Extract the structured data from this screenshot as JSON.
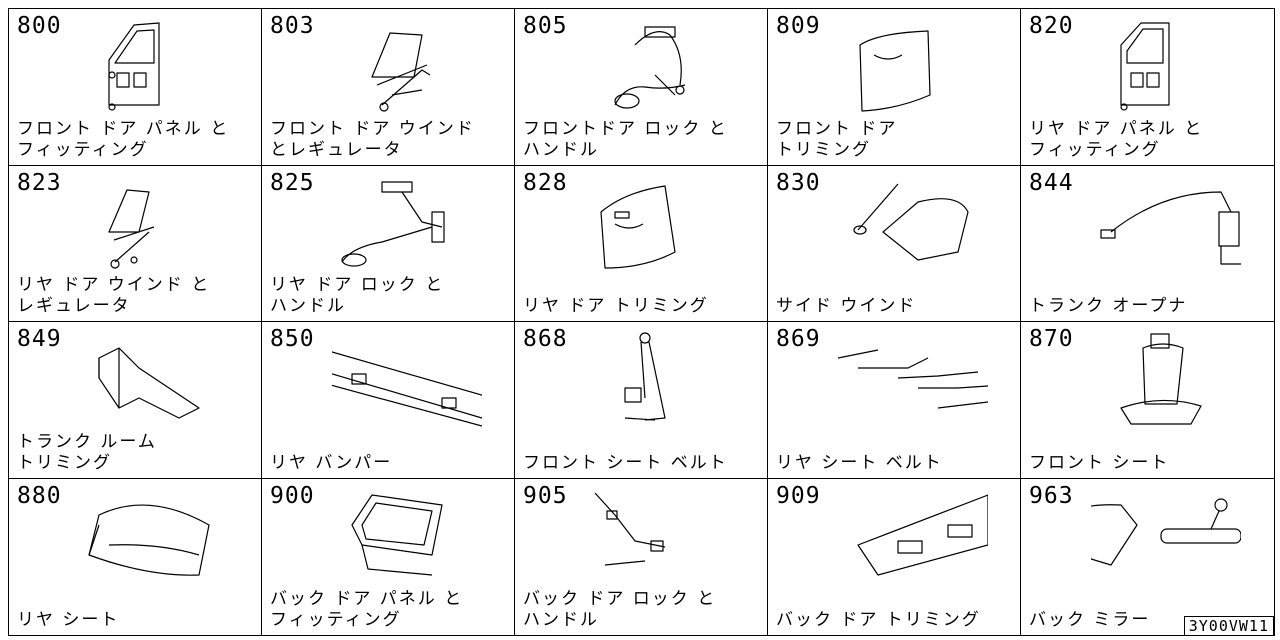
{
  "items": [
    {
      "code": "800",
      "label1": "フロント ドア パネル と",
      "label2": "フィッティング",
      "icon": "front-door-panel-icon"
    },
    {
      "code": "803",
      "label1": "フロント ドア ウインド",
      "label2": "とレギュレータ",
      "icon": "door-window-regulator-icon"
    },
    {
      "code": "805",
      "label1": "フロントドア ロック と",
      "label2": "ハンドル",
      "icon": "door-lock-handle-icon"
    },
    {
      "code": "809",
      "label1": "フロント ドア",
      "label2": "トリミング",
      "icon": "door-trim-icon"
    },
    {
      "code": "820",
      "label1": "リヤ ドア パネル と",
      "label2": "フィッティング",
      "icon": "rear-door-panel-icon"
    },
    {
      "code": "823",
      "label1": "リヤ ドア ウインド と",
      "label2": "レギュレータ",
      "icon": "rear-window-regulator-icon"
    },
    {
      "code": "825",
      "label1": "リヤ ドア ロック と",
      "label2": "ハンドル",
      "icon": "rear-lock-handle-icon"
    },
    {
      "code": "828",
      "label1": "リヤ ドア トリミング",
      "label2": "",
      "icon": "rear-door-trim-icon"
    },
    {
      "code": "830",
      "label1": "サイド ウインド",
      "label2": "",
      "icon": "side-window-icon"
    },
    {
      "code": "844",
      "label1": "トランク オープナ",
      "label2": "",
      "icon": "trunk-opener-icon"
    },
    {
      "code": "849",
      "label1": "トランク ルーム",
      "label2": "トリミング",
      "icon": "trunk-room-trim-icon"
    },
    {
      "code": "850",
      "label1": "リヤ バンパー",
      "label2": "",
      "icon": "rear-bumper-icon"
    },
    {
      "code": "868",
      "label1": "フロント シート ベルト",
      "label2": "",
      "icon": "front-seat-belt-icon"
    },
    {
      "code": "869",
      "label1": "リヤ シート ベルト",
      "label2": "",
      "icon": "rear-seat-belt-icon"
    },
    {
      "code": "870",
      "label1": "フロント シート",
      "label2": "",
      "icon": "front-seat-icon"
    },
    {
      "code": "880",
      "label1": "リヤ シート",
      "label2": "",
      "icon": "rear-seat-icon"
    },
    {
      "code": "900",
      "label1": "バック ドア パネル と",
      "label2": "フィッティング",
      "icon": "back-door-panel-icon"
    },
    {
      "code": "905",
      "label1": "バック ドア ロック と",
      "label2": "ハンドル",
      "icon": "back-door-lock-icon"
    },
    {
      "code": "909",
      "label1": "バック ドア トリミング",
      "label2": "",
      "icon": "back-door-trim-icon"
    },
    {
      "code": "963",
      "label1": "バック ミラー",
      "label2": "",
      "icon": "rear-view-mirror-icon"
    }
  ],
  "ref_code": "3Y00VW11"
}
